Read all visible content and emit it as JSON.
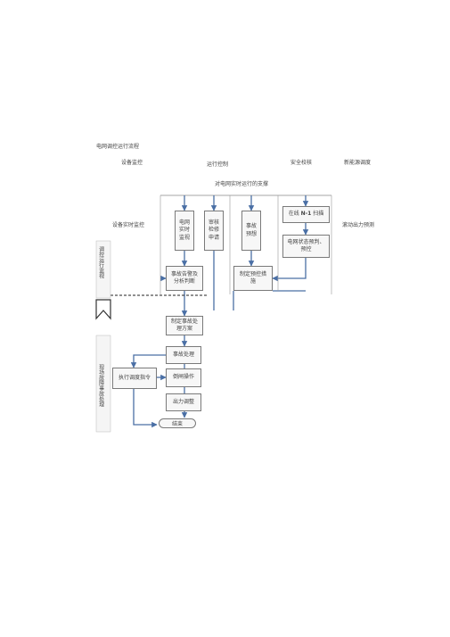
{
  "title": "电网调控运行流程",
  "headers": {
    "equipment": "设备监控",
    "operation": "运行控制",
    "security": "安全校核",
    "renewable": "新能源调度"
  },
  "support_label": "对电网实时运行的支撑",
  "left_label_realtime": "设备实时监控",
  "right_label_forecast": "滚动出力预测",
  "vertical_label_top": "调控运行监视",
  "vertical_label_bottom": "现场故障事故处理",
  "boxes": {
    "grid_monitor": "电网实时监视",
    "review": "审核检修申请",
    "accident_forecast": "事故预想",
    "n1_scan_prefix": "在线 ",
    "n1_scan_bold": "N-1",
    "n1_scan_suffix": " 扫描",
    "state_forecast": "电网状态预判、预控",
    "alarm_analysis": "事故告警及分析判断",
    "plan": "制定预控措施",
    "handling_plan": "制定事故处理方案",
    "accident_handling": "事故处理",
    "switch_operation": "倒闸操作",
    "output_adjust": "出力调整",
    "execute_dispatch": "执行调度指令",
    "end": "结束"
  }
}
